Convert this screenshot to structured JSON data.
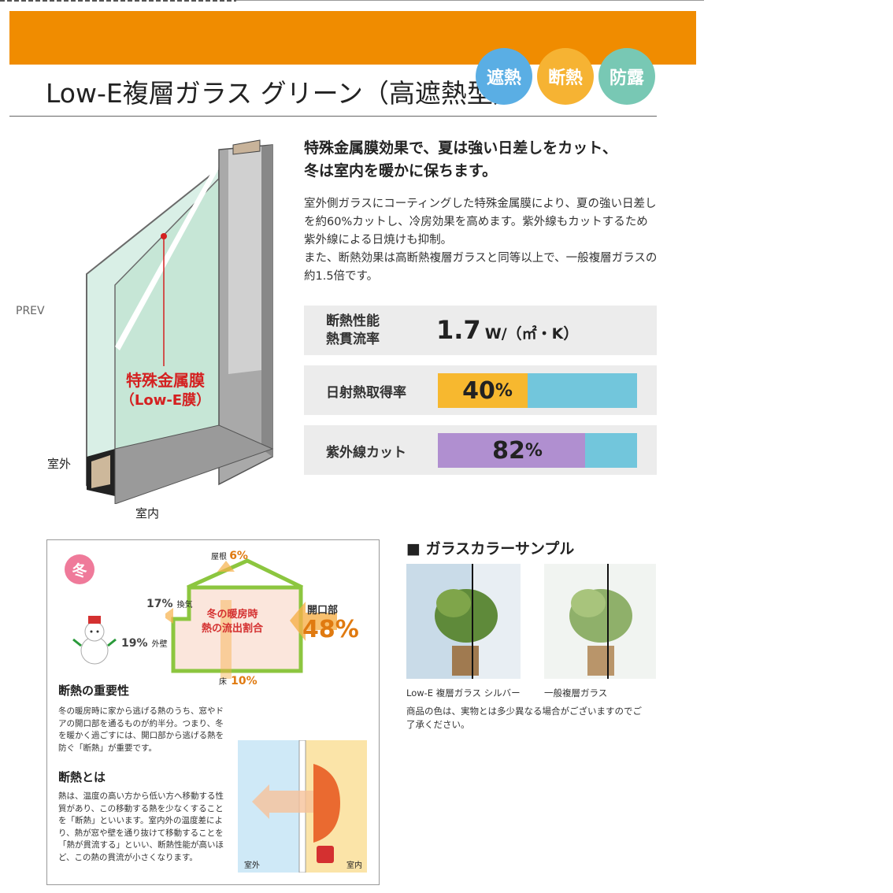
{
  "header": {
    "title": "Low-E複層ガラス グリーン（高遮熱型）",
    "badges": [
      {
        "label": "遮熱",
        "color": "#5aaee4"
      },
      {
        "label": "断熱",
        "color": "#f6b333"
      },
      {
        "label": "防露",
        "color": "#78c8b4"
      }
    ],
    "banner_color": "#f08c00"
  },
  "nav": {
    "prev": "PREV"
  },
  "diagram": {
    "coating_label_1": "特殊金属膜",
    "coating_label_2": "（Low-E膜）",
    "outside": "室外",
    "inside": "室内"
  },
  "intro": {
    "headline_1": "特殊金属膜効果で、夏は強い日差しをカット、",
    "headline_2": "冬は室内を暖かに保ちます。",
    "body_1": "室外側ガラスにコーティングした特殊金属膜により、夏の強い日差しを約60%カットし、冷房効果を高めます。紫外線もカットするため紫外線による日焼けも抑制。",
    "body_2": "また、断熱効果は高断熱複層ガラスと同等以上で、一般複層ガラスの約1.5倍です。"
  },
  "specs": {
    "insulation_label_1": "断熱性能",
    "insulation_label_2": "熱貫流率",
    "insulation_value": "1.7",
    "insulation_unit": "W/（㎡・K）",
    "solar_label": "日射熱取得率",
    "solar_value": "40",
    "solar_unit": "%",
    "solar_fraction": 0.45,
    "uv_label": "紫外線カット",
    "uv_value": "82",
    "uv_unit": "%",
    "uv_fraction": 0.74,
    "bar_fill_colors": {
      "solar": "#f7b82f",
      "uv": "#b08fd0",
      "rest": "#72c6dc"
    }
  },
  "winter": {
    "badge": "冬",
    "roof_label": "屋根",
    "roof_value": "6%",
    "vent_value": "17%",
    "vent_label": "換気",
    "wall_value": "19%",
    "wall_label": "外壁",
    "floor_label": "床",
    "floor_value": "10%",
    "center_1": "冬の暖房時",
    "center_2": "熱の流出割合",
    "opening_label": "開口部",
    "opening_value": "48%",
    "importance_title": "断熱の重要性",
    "importance_body": "冬の暖房時に家から逃げる熱のうち、窓やドアの開口部を通るものが約半分。つまり、冬を暖かく過ごすには、開口部から逃げる熱を防ぐ「断熱」が重要です。",
    "what_title": "断熱とは",
    "what_body": "熱は、温度の高い方から低い方へ移動する性質があり、この移動する熱を少なくすることを「断熱」といいます。室内外の温度差により、熱が窓や壁を通り抜けて移動することを「熱が貫流する」といい、断熱性能が高いほど、この熱の貫流が小さくなります。",
    "fig_outside": "室外",
    "fig_inside": "室内"
  },
  "samples": {
    "title": "ガラスカラーサンプル",
    "sample_1": "Low-E 複層ガラス シルバー",
    "sample_2": "一般複層ガラス",
    "note": "商品の色は、実物とは多少異なる場合がございますのでご了承ください。"
  }
}
